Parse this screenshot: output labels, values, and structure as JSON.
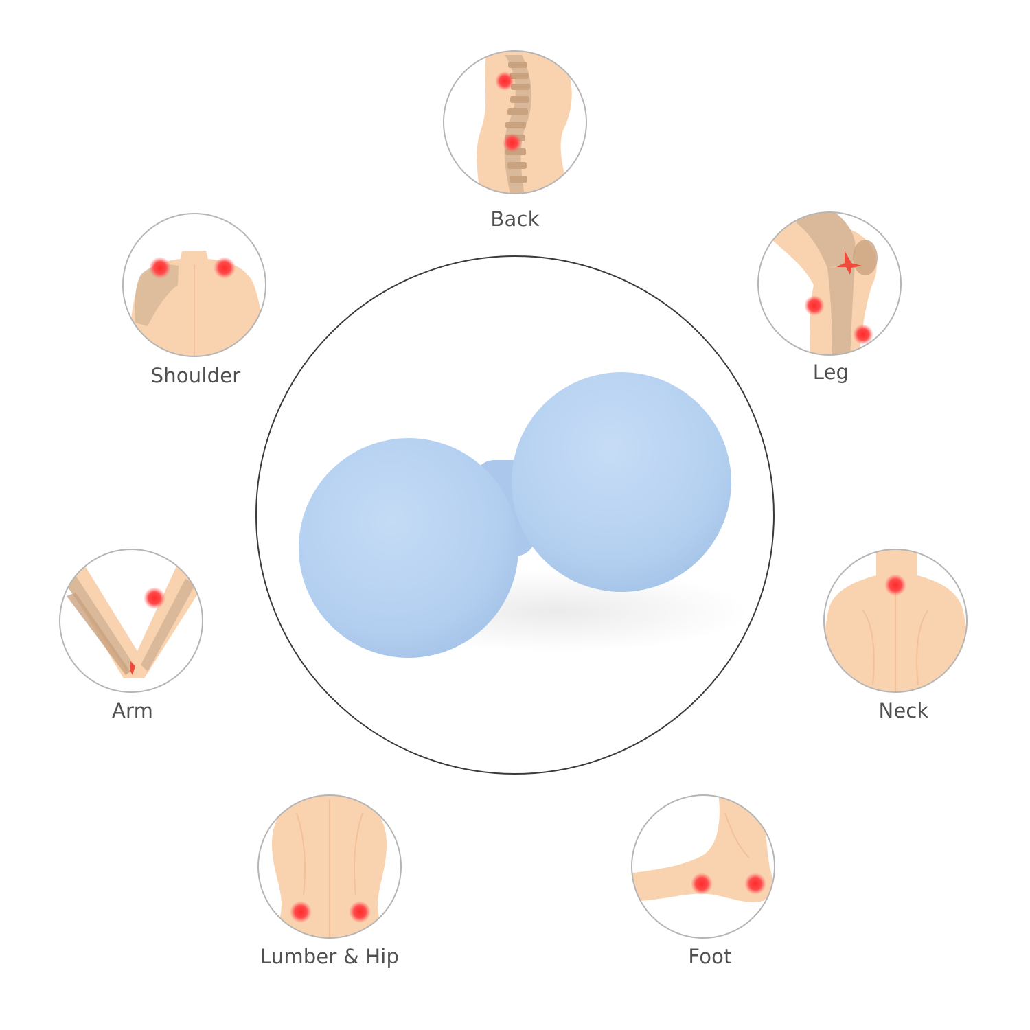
{
  "product": {
    "name": "peanut-massage-ball",
    "color": "#b5d0ef",
    "frame_color": "#3a3a3a"
  },
  "zones": [
    {
      "id": "back",
      "label": "Back",
      "icon": "spine-icon"
    },
    {
      "id": "shoulder",
      "label": "Shoulder",
      "icon": "shoulders-icon"
    },
    {
      "id": "leg",
      "label": "Leg",
      "icon": "knee-icon"
    },
    {
      "id": "arm",
      "label": "Arm",
      "icon": "elbow-icon"
    },
    {
      "id": "neck",
      "label": "Neck",
      "icon": "neck-icon"
    },
    {
      "id": "lumber",
      "label": "Lumber & Hip",
      "icon": "lower-back-icon"
    },
    {
      "id": "foot",
      "label": "Foot",
      "icon": "foot-icon"
    }
  ],
  "colors": {
    "skin": "#f9d3b0",
    "skin_shade": "#f2c199",
    "bone": "#d9b999",
    "bone_dark": "#c9a27f",
    "pain_point": "#ff3b3b",
    "ring": "#b5b5b5",
    "label": "#505050"
  }
}
